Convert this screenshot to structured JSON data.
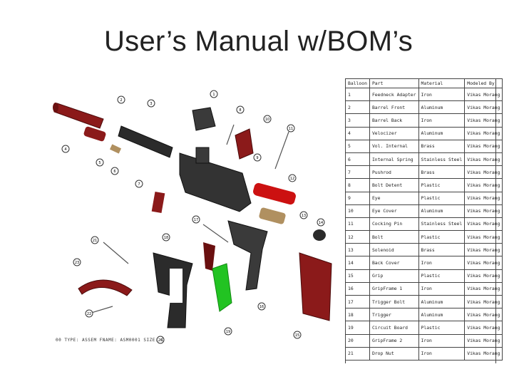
{
  "slide": {
    "title": "User’s Manual w/BOM’s",
    "caption": "00  TYPE: ASSEM  FNAME: ASM0001  SIZE: C"
  },
  "bom": {
    "headers": [
      "Balloon",
      "Part",
      "Material",
      "Modeled By"
    ],
    "rows": [
      [
        "1",
        "Feedneck Adapter",
        "Iron",
        "Vikas Morang"
      ],
      [
        "2",
        "Barrel Front",
        "Aluminum",
        "Vikas Morang"
      ],
      [
        "3",
        "Barrel Back",
        "Iron",
        "Vikas Morang"
      ],
      [
        "4",
        "Velocizer",
        "Aluminum",
        "Vikas Morang"
      ],
      [
        "5",
        "Vol. Internal",
        "Brass",
        "Vikas Morang"
      ],
      [
        "6",
        "Internal Spring",
        "Stainless Steel",
        "Vikas Morang"
      ],
      [
        "7",
        "Pushrod",
        "Brass",
        "Vikas Morang"
      ],
      [
        "8",
        "Bolt Detent",
        "Plastic",
        "Vikas Morang"
      ],
      [
        "9",
        "Eye",
        "Plastic",
        "Vikas Morang"
      ],
      [
        "10",
        "Eye Cover",
        "Aluminum",
        "Vikas Morang"
      ],
      [
        "11",
        "Cocking Pin",
        "Stainless Steel",
        "Vikas Morang"
      ],
      [
        "12",
        "Bolt",
        "Plastic",
        "Vikas Morang"
      ],
      [
        "13",
        "Solenoid",
        "Brass",
        "Vikas Morang"
      ],
      [
        "14",
        "Back Cover",
        "Iron",
        "Vikas Morang"
      ],
      [
        "15",
        "Grip",
        "Plastic",
        "Vikas Morang"
      ],
      [
        "16",
        "GripFrame 1",
        "Iron",
        "Vikas Morang"
      ],
      [
        "17",
        "Trigger Bolt",
        "Aluminum",
        "Vikas Morang"
      ],
      [
        "18",
        "Trigger",
        "Aluminum",
        "Vikas Morang"
      ],
      [
        "19",
        "Circuit Board",
        "Plastic",
        "Vikas Morang"
      ],
      [
        "20",
        "GripFrame 2",
        "Iron",
        "Vikas Morang"
      ],
      [
        "21",
        "Drop Nut",
        "Iron",
        "Vikas Morang"
      ]
    ]
  },
  "drawing": {
    "balloons": [
      "1",
      "2",
      "3",
      "4",
      "5",
      "6",
      "7",
      "8",
      "9",
      "10",
      "11",
      "12",
      "13",
      "14",
      "15",
      "16",
      "17",
      "18",
      "19",
      "20",
      "21",
      "22",
      "23"
    ],
    "colors": {
      "red": "#8b1a1a",
      "bright_red": "#cc1111",
      "dark": "#2b2b2b",
      "green": "#22c322",
      "brass": "#b09060"
    }
  }
}
